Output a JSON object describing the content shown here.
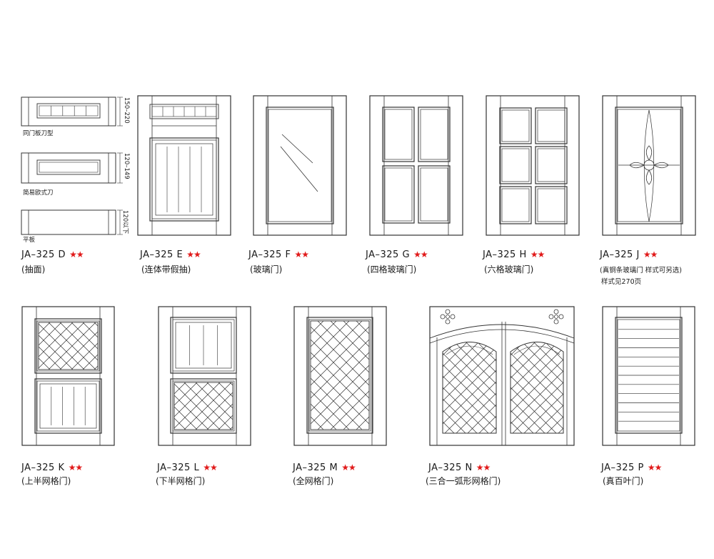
{
  "profiles": [
    {
      "name": "同门板刀型",
      "dim": "150–220"
    },
    {
      "name": "简易欧式刀",
      "dim": "120–149"
    },
    {
      "name": "平板",
      "dim": "120以下"
    }
  ],
  "doors": [
    {
      "id": "D",
      "model": "JA–325  D",
      "stars": "★★",
      "desc": "(抽面)"
    },
    {
      "id": "E",
      "model": "JA–325 E",
      "stars": "★★",
      "desc": "(连体带假抽)"
    },
    {
      "id": "F",
      "model": "JA–325  F",
      "stars": "★★",
      "desc": "(玻璃门)"
    },
    {
      "id": "G",
      "model": "JA–325  G",
      "stars": "★★",
      "desc": "(四格玻璃门)"
    },
    {
      "id": "H",
      "model": "JA–325  H",
      "stars": "★★",
      "desc": "(六格玻璃门)"
    },
    {
      "id": "J",
      "model": "JA–325  J",
      "stars": "★★",
      "desc": "(真铜条玻璃门  样式可另选)",
      "desc2": "样式见270页"
    },
    {
      "id": "K",
      "model": "JA–325  K",
      "stars": "★★",
      "desc": "(上半网格门)"
    },
    {
      "id": "L",
      "model": "JA–325  L",
      "stars": "★★",
      "desc": "(下半网格门)"
    },
    {
      "id": "M",
      "model": "JA–325  M",
      "stars": "★★",
      "desc": "(全网格门)"
    },
    {
      "id": "N",
      "model": "JA–325  N",
      "stars": "★★",
      "desc": "(三合一弧形网格门)"
    },
    {
      "id": "P",
      "model": "JA–325  P",
      "stars": "★★",
      "desc": "(真百叶门)"
    }
  ],
  "colors": {
    "line": "#333333",
    "star": "#e11a1a"
  }
}
